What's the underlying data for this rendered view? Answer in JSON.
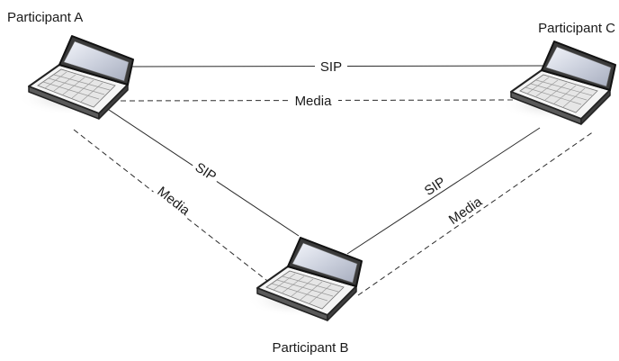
{
  "participants": {
    "a": {
      "label": "Participant A"
    },
    "b": {
      "label": "Participant B"
    },
    "c": {
      "label": "Participant C"
    }
  },
  "connections": {
    "ac_signal": "SIP",
    "ac_media": "Media",
    "ab_signal": "SIP",
    "ab_media": "Media",
    "bc_signal": "SIP",
    "bc_media": "Media"
  },
  "colors": {
    "line": "#2b2b2b",
    "screen": "#c8ccd8",
    "laptop_body": "#f4f4f4",
    "laptop_edge": "#222222",
    "shadow": "#d9d9d9"
  }
}
